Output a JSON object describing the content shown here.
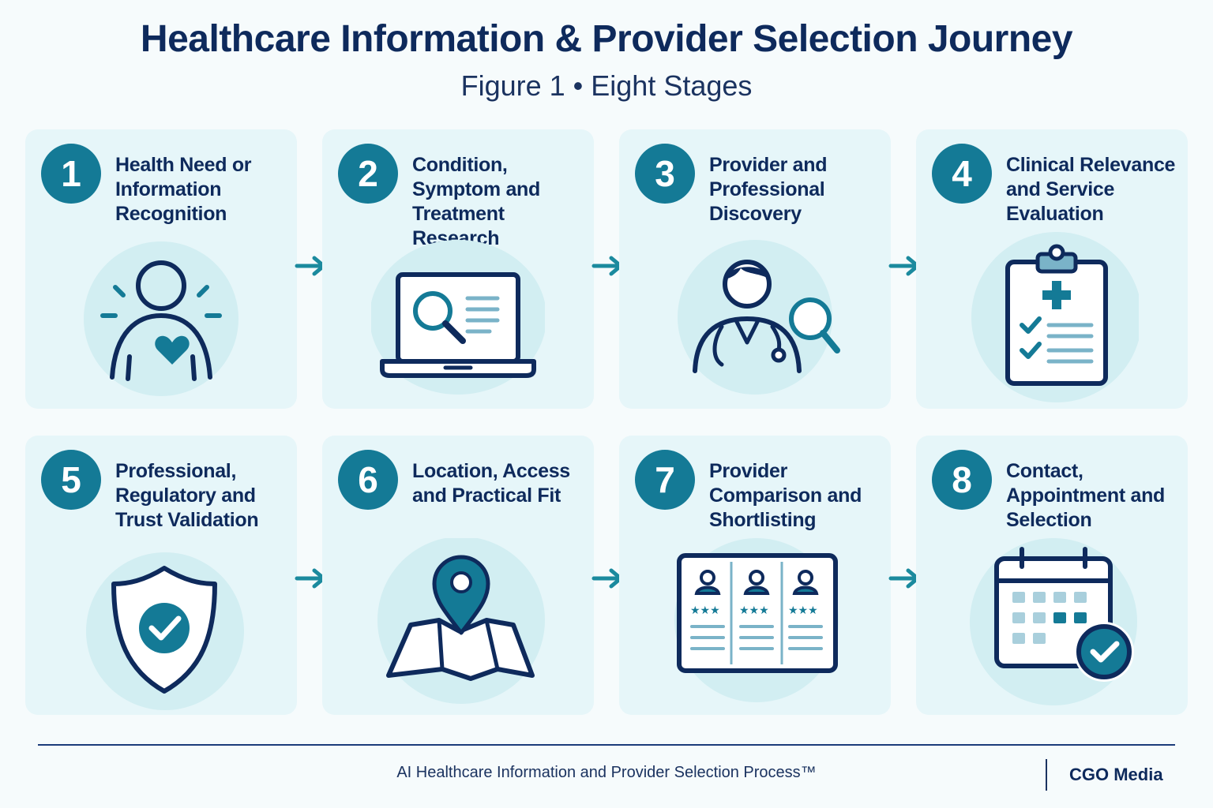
{
  "header": {
    "title": "Healthcare Information & Provider Selection Journey",
    "subtitle": "Figure 1 • Eight Stages"
  },
  "stages": [
    {
      "number": "1",
      "label": "Health Need or Information Recognition",
      "icon": "person-heart-icon"
    },
    {
      "number": "2",
      "label": "Condition, Symptom and Treatment Research",
      "icon": "laptop-search-icon"
    },
    {
      "number": "3",
      "label": "Provider and Professional Discovery",
      "icon": "doctor-search-icon"
    },
    {
      "number": "4",
      "label": "Clinical Relevance and Service Evaluation",
      "icon": "clipboard-checklist-icon"
    },
    {
      "number": "5",
      "label": "Professional, Regulatory and Trust Validation",
      "icon": "shield-check-icon"
    },
    {
      "number": "6",
      "label": "Location, Access and Practical Fit",
      "icon": "map-pin-icon"
    },
    {
      "number": "7",
      "label": "Provider Comparison and Shortlisting",
      "icon": "comparison-table-icon"
    },
    {
      "number": "8",
      "label": "Contact, Appointment and Selection",
      "icon": "calendar-check-icon"
    }
  ],
  "footer": {
    "caption": "AI Healthcare Information and Provider Selection Process™",
    "brand": "CGO Media"
  },
  "colors": {
    "navy": "#0e2a5c",
    "teal": "#147a96",
    "card": "#e6f6f9",
    "halo": "#d2eef2",
    "arrow": "#1b8a9e"
  }
}
